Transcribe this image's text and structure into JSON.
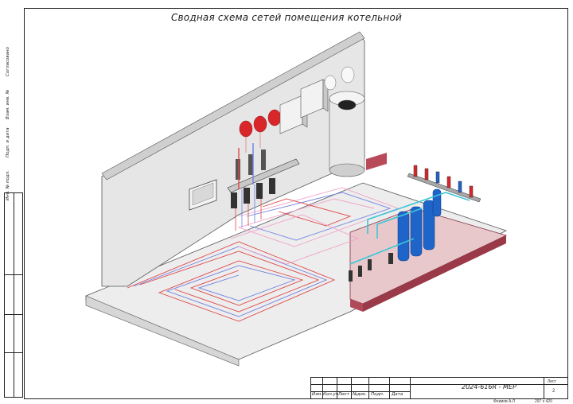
{
  "title": "Сводная схема сетей помещения котельной",
  "side_stamp": {
    "labels": [
      "Согласовано",
      "Взам. инв. №",
      "Подп. и дата",
      "Инв. № подл."
    ]
  },
  "title_block": {
    "columns": [
      "Изм.",
      "Кол.уч",
      "Лист",
      "№док.",
      "Подп.",
      "Дата"
    ],
    "code": "2024-616R - МЕР",
    "sheet_label": "Лист",
    "sheet_number": "2",
    "author": "Фокмов А.Л",
    "format": "297 х 420"
  },
  "colors": {
    "wall": "#dcdcdc",
    "floor": "#ececec",
    "pipe_red": "#e04545",
    "pipe_blue": "#6f7fe0",
    "pipe_pink": "#f0a0c8",
    "pipe_cyan": "#3cc6d6",
    "tank_red": "#d9262a",
    "filter_blue": "#1f64c8"
  }
}
